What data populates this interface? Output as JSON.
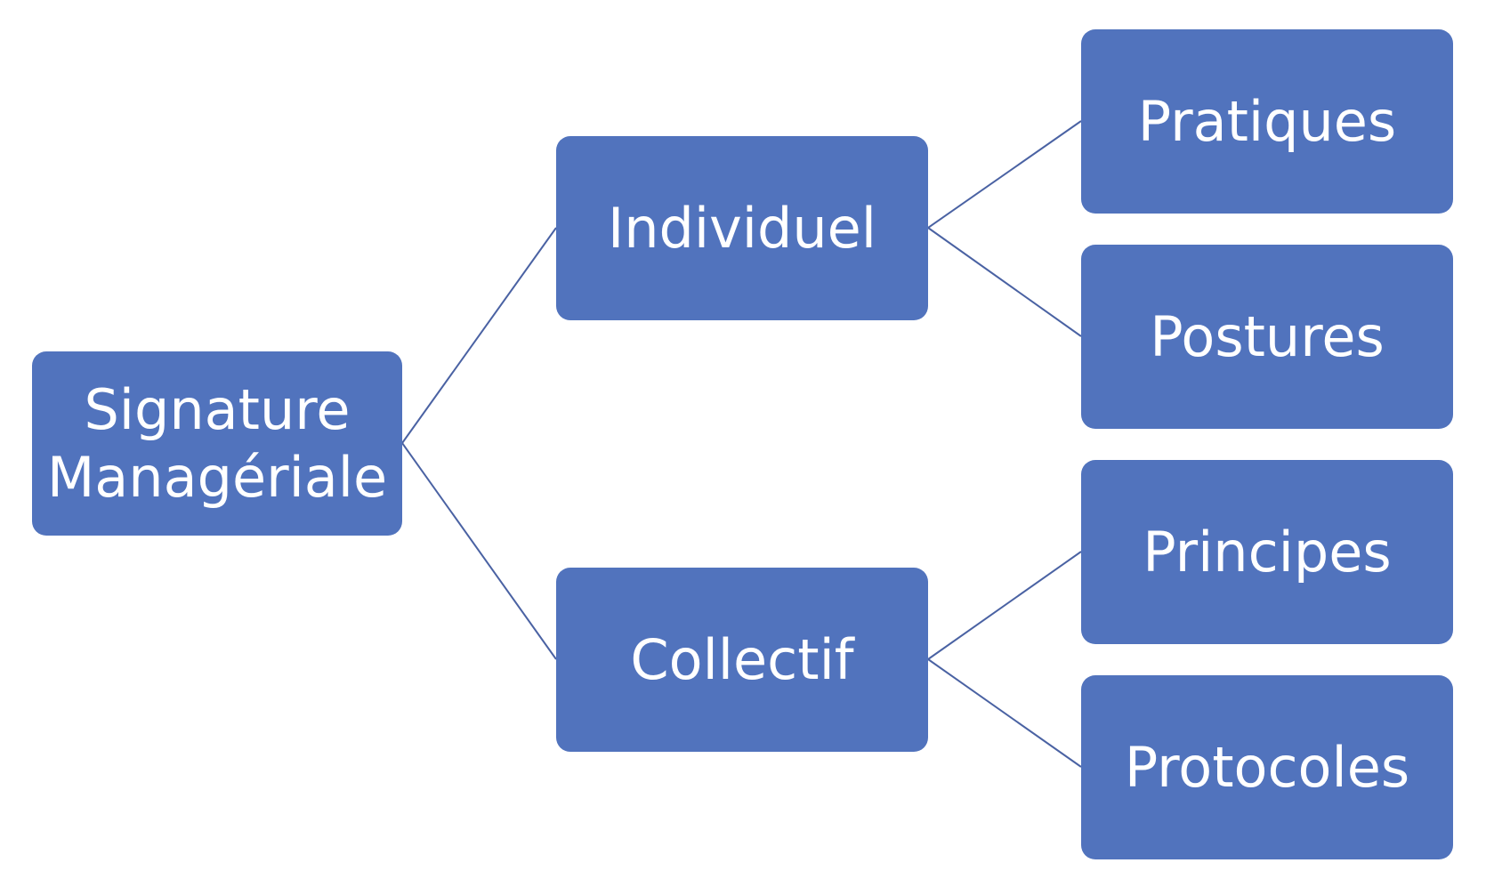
{
  "diagram": {
    "root": {
      "label_line1": "Signature",
      "label_line2": "Managériale"
    },
    "level1": [
      {
        "label": "Individuel"
      },
      {
        "label": "Collectif"
      }
    ],
    "level2": [
      {
        "label": "Pratiques",
        "parent": "Individuel"
      },
      {
        "label": "Postures",
        "parent": "Individuel"
      },
      {
        "label": "Principes",
        "parent": "Collectif"
      },
      {
        "label": "Protocoles",
        "parent": "Collectif"
      }
    ],
    "colors": {
      "node_fill": "#5173bd",
      "node_text": "#ffffff",
      "connector": "#4a62a3",
      "background": "#ffffff"
    }
  }
}
